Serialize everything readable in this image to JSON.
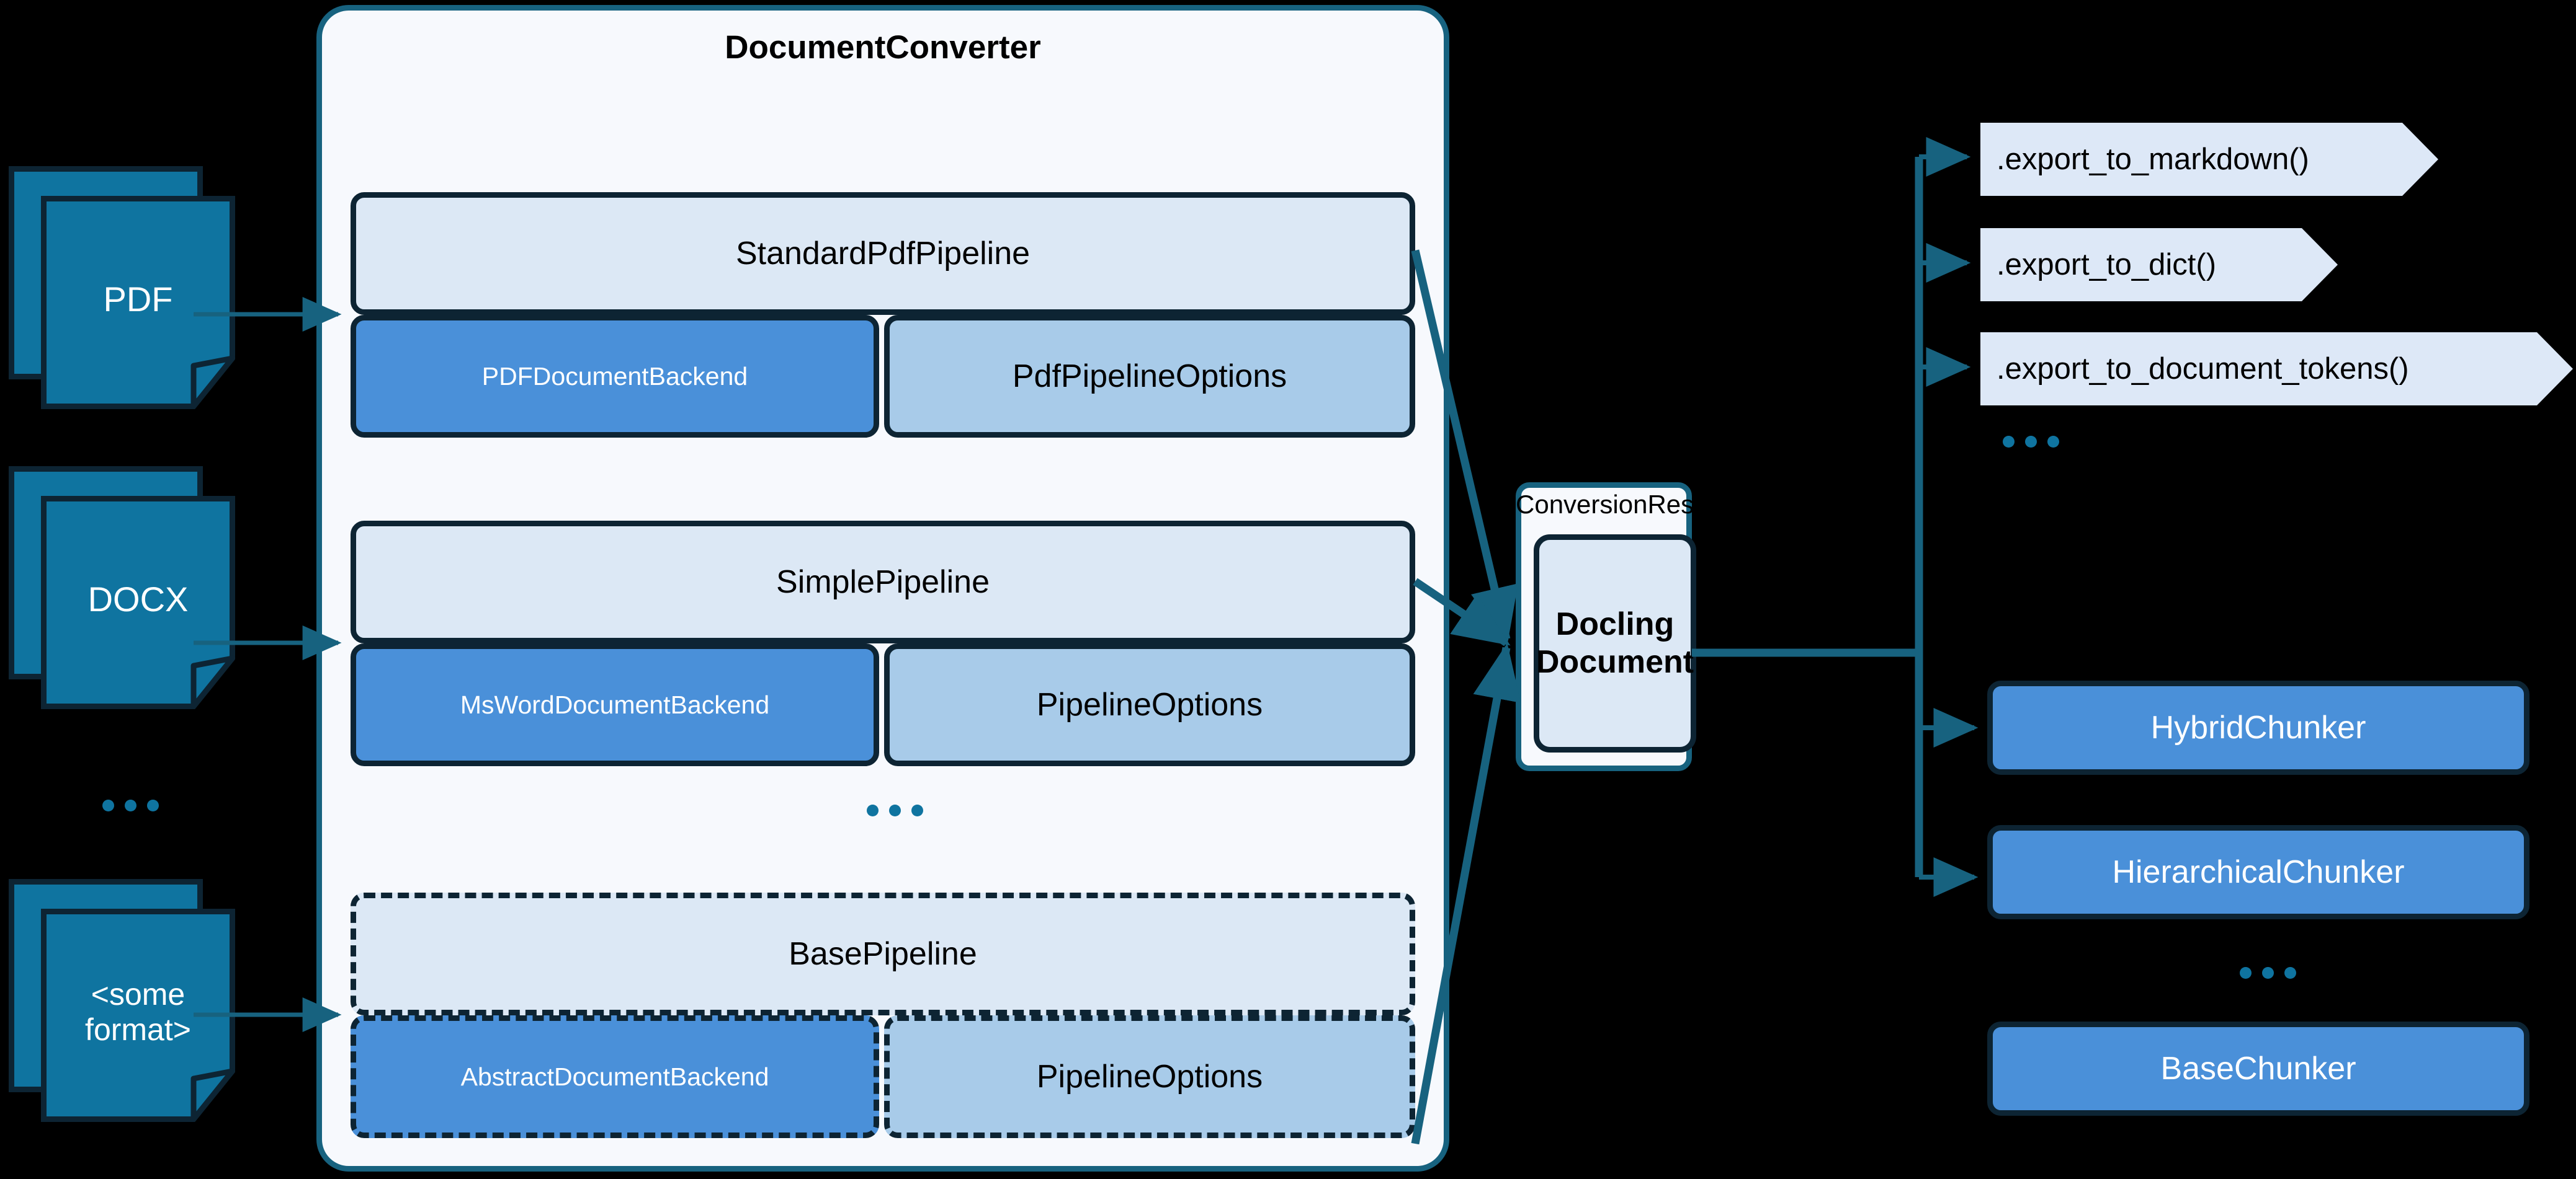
{
  "converter": {
    "title": "DocumentConverter",
    "ellipsis": "...",
    "pipelines": [
      {
        "name": "StandardPdfPipeline",
        "backend": "PDFDocumentBackend",
        "options": "PdfPipelineOptions",
        "dashed": false
      },
      {
        "name": "SimplePipeline",
        "backend": "MsWordDocumentBackend",
        "options": "PipelineOptions",
        "dashed": false
      },
      {
        "name": "BasePipeline",
        "backend": "AbstractDocumentBackend",
        "options": "PipelineOptions",
        "dashed": true
      }
    ]
  },
  "inputs": [
    {
      "label": "PDF"
    },
    {
      "label": "DOCX"
    },
    {
      "label": "<some\nformat>"
    }
  ],
  "inputs_ellipsis": "...",
  "result": {
    "container_label": "ConversionResult",
    "document_label": "Docling\nDocument"
  },
  "exports": [
    {
      "label": ".export_to_markdown()"
    },
    {
      "label": ".export_to_dict()"
    },
    {
      "label": ".export_to_document_tokens()"
    }
  ],
  "exports_ellipsis": "...",
  "chunkers": [
    {
      "label": "HybridChunker",
      "dashed": false
    },
    {
      "label": "HierarchicalChunker",
      "dashed": false
    },
    {
      "label": "BaseChunker",
      "dashed": true
    }
  ],
  "chunkers_ellipsis": "...",
  "colors": {
    "background": "#000000",
    "panel_fill": "#f7f9fd",
    "panel_border": "#17627f",
    "pipeline_head_fill": "#dce8f5",
    "backend_fill": "#4a90d9",
    "options_fill": "#a8cbe9",
    "box_border": "#0d2433",
    "doc_icon_fill": "#0f74a0",
    "export_chip_fill": "#dde8f7",
    "connector": "#17627f",
    "ellipsis_dot": "#0f74a0"
  }
}
